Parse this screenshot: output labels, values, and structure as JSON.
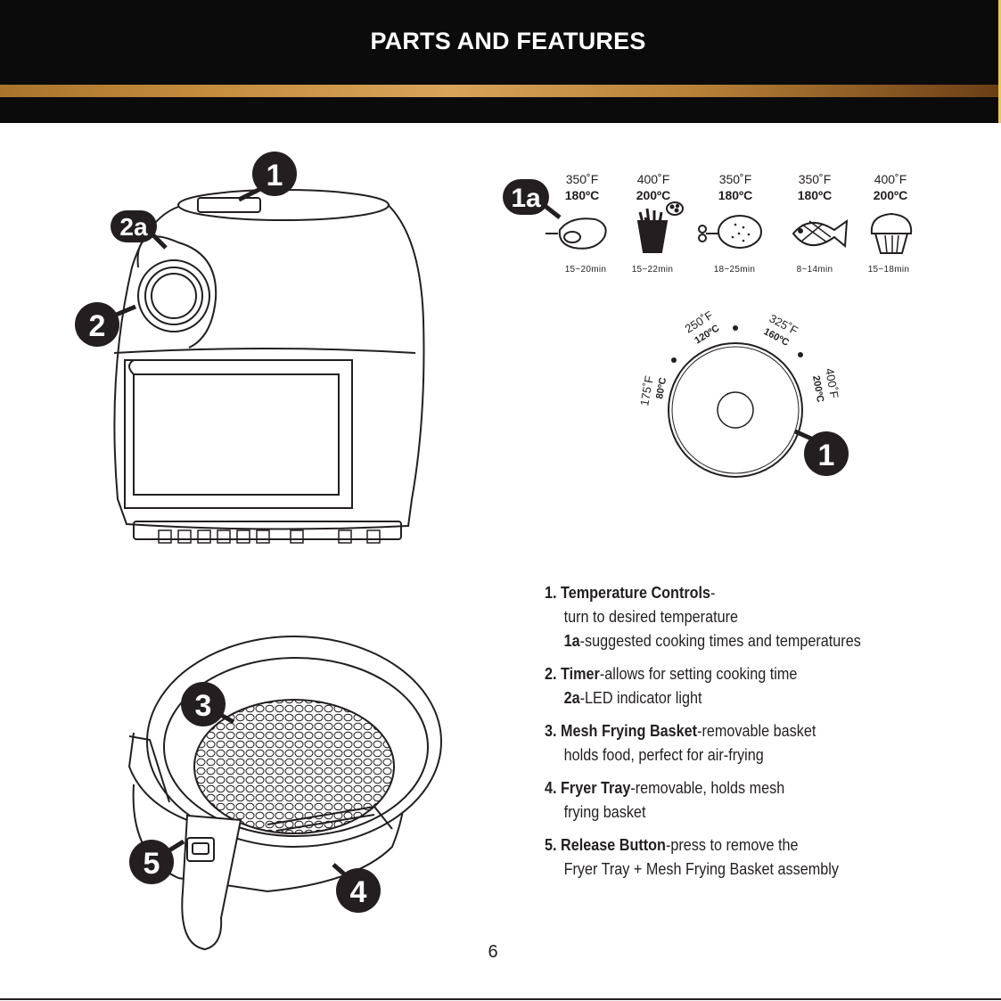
{
  "header": {
    "title": "PARTS AND FEATURES"
  },
  "badges": {
    "b1_top": "1",
    "b2a": "2a",
    "b2": "2",
    "b1a": "1a",
    "b1_dial": "1",
    "b3": "3",
    "b5": "5",
    "b4": "4"
  },
  "presets": [
    {
      "fahrenheit": "350˚F",
      "celsius": "180ºC",
      "time": "15~20min",
      "icon": "steak-icon"
    },
    {
      "fahrenheit": "400˚F",
      "celsius": "200ºC",
      "time": "15~22min",
      "icon": "fries-icon"
    },
    {
      "fahrenheit": "350˚F",
      "celsius": "180ºC",
      "time": "18~25min",
      "icon": "drumstick-icon"
    },
    {
      "fahrenheit": "350˚F",
      "celsius": "180ºC",
      "time": "8~14min",
      "icon": "fish-icon"
    },
    {
      "fahrenheit": "400˚F",
      "celsius": "200ºC",
      "time": "15~18min",
      "icon": "cupcake-icon"
    }
  ],
  "dial": {
    "t175f": "175˚F",
    "t175c": "80ºC",
    "t250f": "250˚F",
    "t250c": "120ºC",
    "t325f": "325˚F",
    "t325c": "160ºC",
    "t400f": "400˚F",
    "t400c": "200ºC"
  },
  "legend": [
    {
      "num": "1.",
      "name": "Temperature Controls",
      "desc": "-",
      "sub1": "turn to desired temperature",
      "sub2_bold": "1a",
      "sub2": "-suggested cooking times and temperatures"
    },
    {
      "num": "2.",
      "name": "Timer",
      "desc": "-allows for setting cooking time",
      "sub1_bold": "2a",
      "sub1": "-LED indicator light"
    },
    {
      "num": "3.",
      "name": "Mesh Frying Basket",
      "desc": "-removable basket",
      "sub1": "holds food, perfect for air-frying"
    },
    {
      "num": "4.",
      "name": "Fryer Tray",
      "desc": "-removable, holds mesh",
      "sub1": "frying basket"
    },
    {
      "num": "5.",
      "name": "Release Button",
      "desc": "-press to remove the",
      "sub1": "Fryer Tray + Mesh Frying Basket assembly"
    }
  ],
  "page_number": "6",
  "colors": {
    "header_bg": "#0b0b0b",
    "gold": "#c48b3c",
    "ink": "#231f20",
    "badge": "#231f20"
  }
}
